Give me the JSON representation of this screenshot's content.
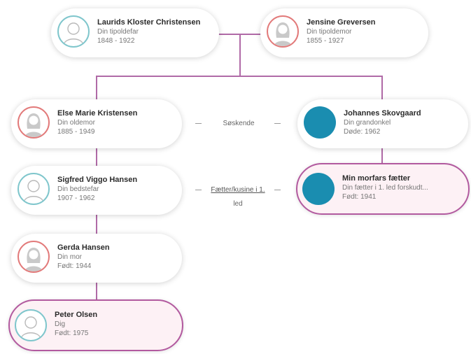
{
  "people": {
    "grandfather": {
      "name": "Laurids Kloster Christensen",
      "relation": "Din tipoldefar",
      "years": "1848 - 1922",
      "avatar": "male-avatar-icon"
    },
    "grandmother": {
      "name": "Jensine Greversen",
      "relation": "Din tipoldemor",
      "years": "1855 - 1927",
      "avatar": "female-avatar-icon"
    },
    "else": {
      "name": "Else Marie Kristensen",
      "relation": "Din oldemor",
      "years": "1885 - 1949",
      "avatar": "female-avatar-icon"
    },
    "johannes": {
      "name": "Johannes Skovgaard",
      "relation": "Din grandonkel",
      "years": "Døde: 1962",
      "avatar": "blank-avatar-icon"
    },
    "sigfred": {
      "name": "Sigfred Viggo Hansen",
      "relation": "Din bedstefar",
      "years": "1907 - 1962",
      "avatar": "male-avatar-icon"
    },
    "cousin": {
      "name": "Min morfars fætter",
      "relation": "Din fætter i 1. led forskudt...",
      "years": "Født: 1941",
      "avatar": "blank-avatar-icon"
    },
    "gerda": {
      "name": "Gerda Hansen",
      "relation": "Din mor",
      "years": "Født: 1944",
      "avatar": "female-avatar-icon"
    },
    "peter": {
      "name": "Peter Olsen",
      "relation": "Dig",
      "years": "Født: 1975",
      "avatar": "male-avatar-icon"
    }
  },
  "connectors": {
    "siblings": "Søskende",
    "cousins_line1": "Fætter/kusine i 1.",
    "cousins_line2": "led"
  },
  "colors": {
    "line": "#b06aa7",
    "highlight_border": "#b25a9f",
    "highlight_bg": "#fdf1f5",
    "male_ring": "#7fc6cc",
    "female_ring": "#e27a7a",
    "blank_avatar": "#1a8db0"
  }
}
